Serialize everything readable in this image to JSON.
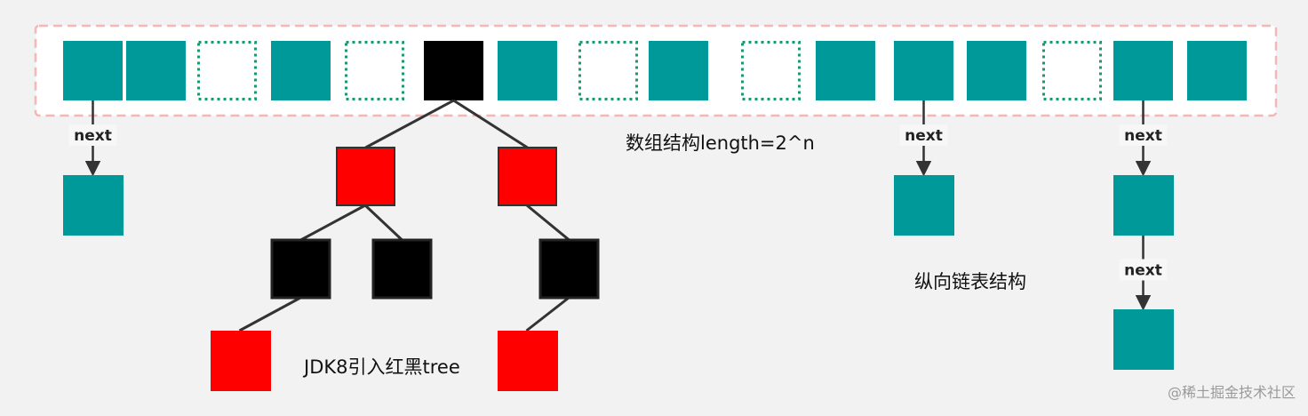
{
  "labels": {
    "array_structure": "数组结构length=2^n",
    "vertical_linked_list": "纵向链表结构",
    "red_black_tree": "JDK8引入红黑tree",
    "next": "next",
    "watermark": "@稀土掘金技术社区"
  },
  "colors": {
    "background": "#f2f2f2",
    "array_frame": "#f4b6b6",
    "teal_node": "#009999",
    "empty_slot": "#1a9a6a",
    "black_node": "#000000",
    "red_node": "#ff0000",
    "tree_edge": "#333333",
    "arrow": "#333333"
  },
  "diagram": {
    "array_slots": [
      "teal",
      "teal",
      "empty",
      "teal",
      "empty",
      "black",
      "teal",
      "empty",
      "teal",
      "empty",
      "teal",
      "teal",
      "teal",
      "empty",
      "teal",
      "teal"
    ],
    "linked_lists": [
      {
        "slot": 0,
        "chain_length": 1
      },
      {
        "slot": 11,
        "chain_length": 1
      },
      {
        "slot": 14,
        "chain_length": 2
      }
    ],
    "tree": {
      "root": "black",
      "children": [
        {
          "color": "red",
          "children": [
            {
              "color": "black",
              "children": [
                {
                  "color": "red"
                }
              ]
            },
            {
              "color": "black"
            }
          ]
        },
        {
          "color": "red",
          "children": [
            {
              "color": "black",
              "children": [
                {
                  "color": "red"
                }
              ]
            }
          ]
        }
      ]
    }
  }
}
